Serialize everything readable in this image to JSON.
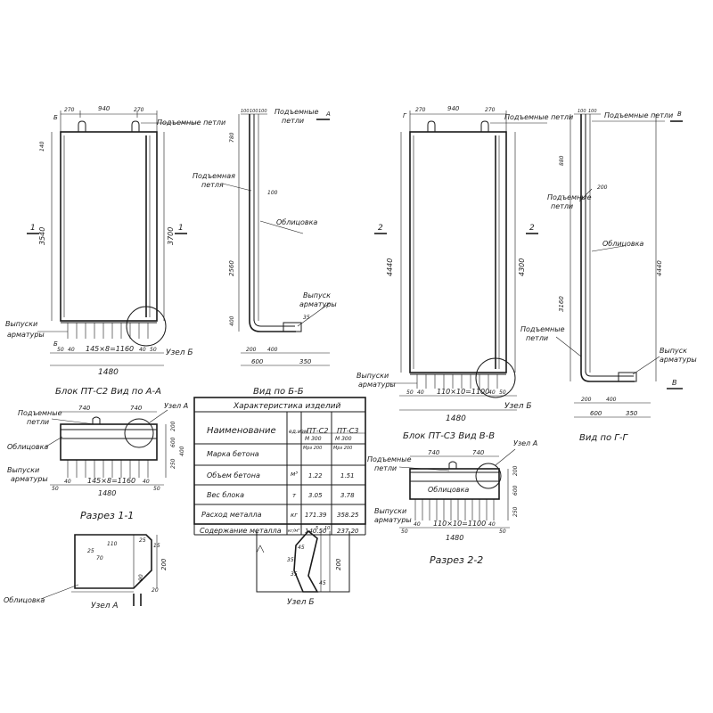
{
  "block_pt_s2": {
    "title": "Блок ПТ-С2 Вид по А-А",
    "lift_loops": "Подъемные петли",
    "outlets_1": "Выпуски",
    "outlets_2": "арматуры",
    "dim_top": [
      "270",
      "940",
      "270"
    ],
    "dim_height": "3540",
    "dim_inner": "3700",
    "dim_side": "140",
    "dim_bottom_spans": [
      "50",
      "40",
      "145×8=1160",
      "40",
      "50"
    ],
    "dim_total": "1480",
    "node": "Узел Б",
    "section_mark_left": "1",
    "section_mark_right": "1",
    "letter_b": "Б",
    "letter_a": "А"
  },
  "view_b_b": {
    "title": "Вид по Б-Б",
    "lift_loops": "Подъемные петли",
    "lift_loop_single_1": "Подъемная",
    "lift_loop_single_2": "петля",
    "facing": "Облицовка",
    "outlets_1": "Выпуск",
    "outlets_2": "арматуры",
    "dims_top": [
      "100",
      "100",
      "100"
    ],
    "dim_a": "780",
    "dim_b": "2560",
    "dim_c": "400",
    "dim_d": "100",
    "dim_e": "35",
    "dims_bottom": [
      "200",
      "400",
      "600",
      "350"
    ],
    "letter_a": "А"
  },
  "block_pt_s3": {
    "title": "Блок ПТ-С3 Вид В-В",
    "lift_loops": "Подъемные петли",
    "outlets_1": "Выпуски",
    "outlets_2": "арматуры",
    "dim_top": [
      "270",
      "940",
      "270"
    ],
    "dim_height": "4440",
    "dim_inner": "4300",
    "dim_bottom_spans": [
      "50",
      "40",
      "110×10=1100",
      "40",
      "50"
    ],
    "dim_total": "1480",
    "node": "Узел Б",
    "section_mark_left": "2",
    "section_mark_right": "2",
    "letter_g": "Г"
  },
  "view_g_g": {
    "title": "Вид по Г-Г",
    "lift_loops": "Подъемные петли",
    "lift_loops_2a": "Подъемные",
    "lift_loops_2b": "петли",
    "facing": "Облицовка",
    "outlets_1": "Выпуск",
    "outlets_2": "арматуры",
    "dims_top": [
      "100",
      "100"
    ],
    "dim_a": "880",
    "dim_b": "3160",
    "dim_c": "4440",
    "dim_d": "200",
    "dims_bottom": [
      "200",
      "400",
      "600",
      "350"
    ],
    "letter_v": "В"
  },
  "plan_s2": {
    "lift_loops_1": "Подъемные",
    "lift_loops_2": "петли",
    "facing": "Облицовка",
    "outlets_1": "Выпуски",
    "outlets_2": "арматуры",
    "node": "Узел А",
    "dims_top": [
      "740",
      "740"
    ],
    "dims_right": [
      "200",
      "600",
      "250",
      "400"
    ],
    "dim_bottom": "145×8=1160",
    "dims_edge": [
      "50",
      "40",
      "40",
      "50"
    ],
    "dim_total": "1480"
  },
  "section_1_1": {
    "title": "Разрез 1-1",
    "facing": "Облицовка",
    "node": "Узел А",
    "dims": [
      "25",
      "70",
      "110",
      "200",
      "15",
      "25",
      "90",
      "20"
    ]
  },
  "node_b": {
    "title": "Узел Б",
    "dims": [
      "5",
      "10",
      "45",
      "35",
      "35",
      "200",
      "45"
    ]
  },
  "plan_s3": {
    "lift_loops_1": "Подъемные",
    "lift_loops_2": "петли",
    "facing": "Облицовка",
    "outlets_1": "Выпуски",
    "outlets_2": "арматуры",
    "node": "Узел А",
    "dims_top": [
      "740",
      "740"
    ],
    "dims_right": [
      "200",
      "600",
      "250"
    ],
    "dim_bottom": "110×10=1100",
    "dims_edge": [
      "50",
      "40",
      "40",
      "50"
    ],
    "dim_total": "1480"
  },
  "section_2_2": {
    "title": "Разрез 2-2"
  },
  "spec_table": {
    "title": "Характеристика изделий",
    "headers": [
      "Наименование",
      "ед.изм",
      "ПТ-С2",
      "ПТ-С3"
    ],
    "rows": [
      {
        "name": "Марка бетона",
        "unit": "",
        "v1a": "М 300",
        "v1b": "Мрз 200",
        "v2a": "М 300",
        "v2b": "Мрз 200"
      },
      {
        "name": "Объем бетона",
        "unit": "м³",
        "v1": "1.22",
        "v2": "1.51"
      },
      {
        "name": "Вес блока",
        "unit": "т",
        "v1": "3.05",
        "v2": "3.78"
      },
      {
        "name": "Расход металла",
        "unit": "кг",
        "v1": "171.39",
        "v2": "358.25"
      },
      {
        "name": "Содержание металла",
        "unit": "кг/м³",
        "v1": "140.50",
        "v2": "237.20"
      }
    ]
  }
}
